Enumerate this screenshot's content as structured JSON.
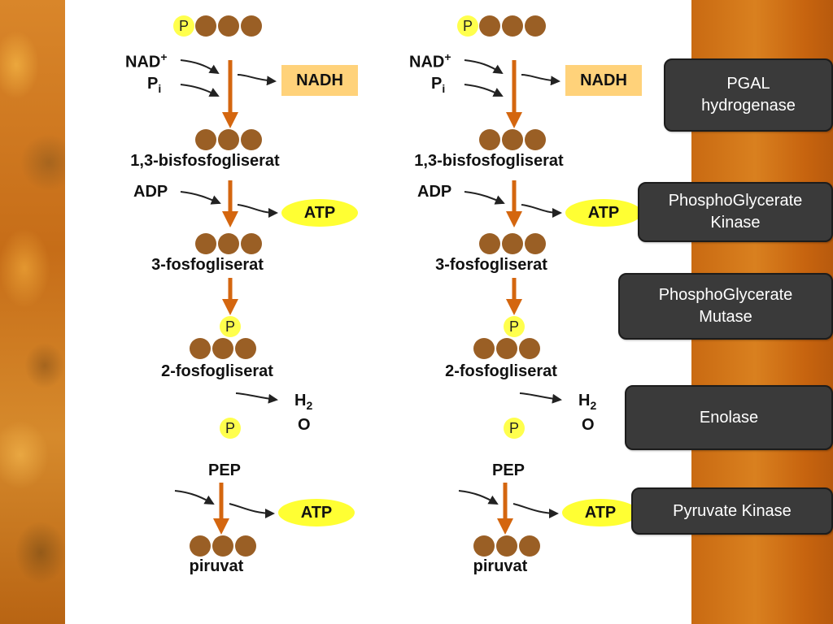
{
  "molecules": {
    "bisphospho": "1,3-bisfosfogliserat",
    "threepg": "3-fosfogliserat",
    "twopg": "2-fosfogliserat",
    "pep": "PEP",
    "pyruvate": "piruvat"
  },
  "cofactors": {
    "nad": "NAD",
    "nad_sup": "+",
    "pi": "P",
    "pi_sub": "i",
    "adp": "ADP",
    "water_h": "H",
    "water_sub": "2",
    "water_o": "O",
    "p": "P"
  },
  "products": {
    "nadh": "NADH",
    "atp": "ATP"
  },
  "enzymes": {
    "pgal": "PGAL\nhydrogenase",
    "pgk": "PhosphoGlycerate\nKinase",
    "pgm": "PhosphoGlycerate\nMutase",
    "enolase": "Enolase",
    "pk": "Pyruvate Kinase"
  },
  "colors": {
    "carbon": "#9a5f25",
    "phosphate": "#ffff4d",
    "nadh_box": "#ffd27a",
    "atp_oval": "#ffff33",
    "arrow": "#d4660f",
    "enzyme_box": "#3a3a3a"
  }
}
